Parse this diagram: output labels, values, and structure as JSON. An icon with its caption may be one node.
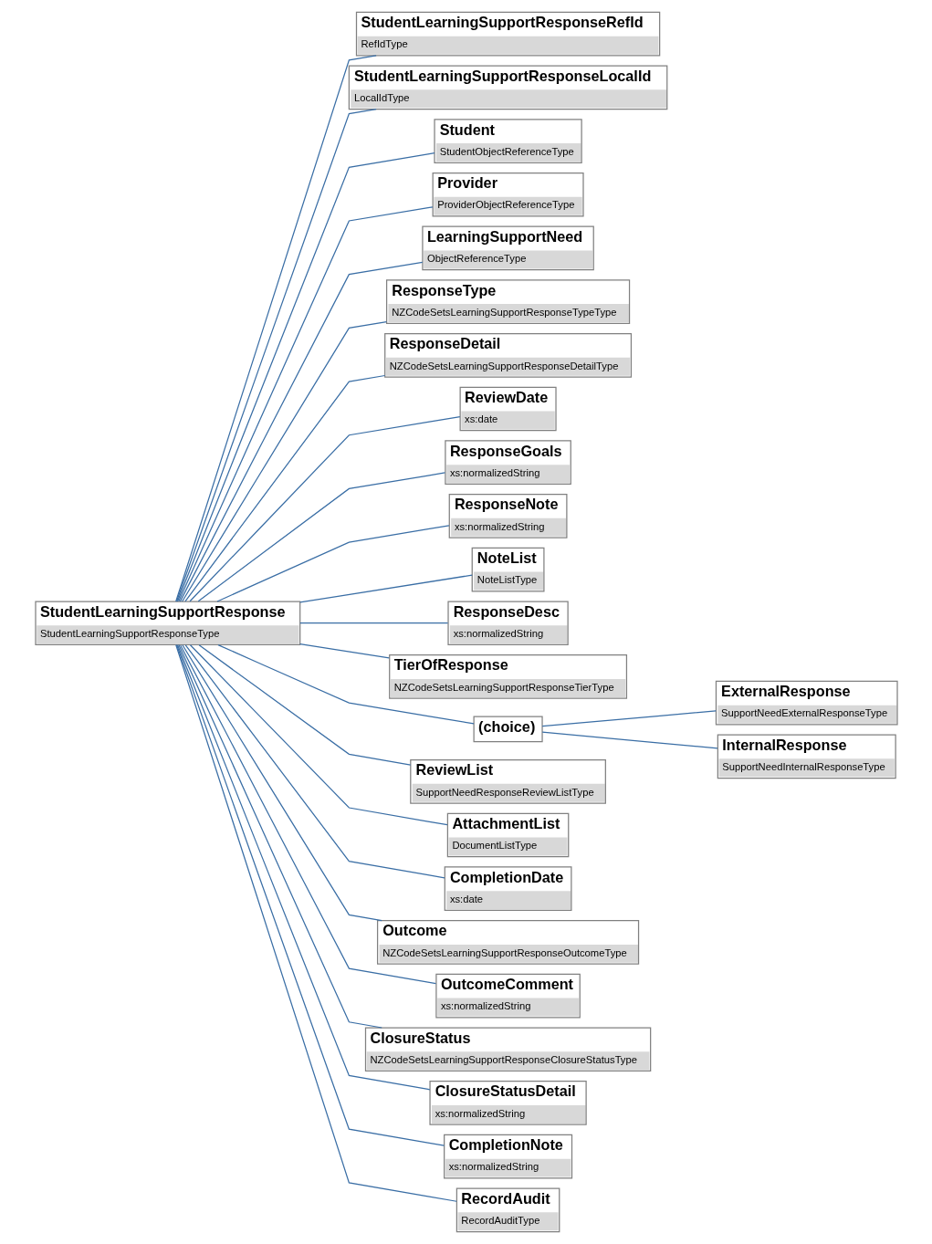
{
  "diagram": {
    "nodes": [
      {
        "text": [
          "StudentLearningSupportResponse",
          "StudentLearningSupportResponseType"
        ]
      },
      {
        "text": [
          "StudentLearningSupportResponseRefId",
          "RefIdType"
        ]
      },
      {
        "text": [
          "StudentLearningSupportResponseLocalId",
          "LocalIdType"
        ]
      },
      {
        "text": [
          "Student",
          "StudentObjectReferenceType"
        ]
      },
      {
        "text": [
          "Provider",
          "ProviderObjectReferenceType"
        ]
      },
      {
        "text": [
          "LearningSupportNeed",
          "ObjectReferenceType"
        ]
      },
      {
        "text": [
          "ResponseType",
          "NZCodeSetsLearningSupportResponseTypeType"
        ]
      },
      {
        "text": [
          "ResponseDetail",
          "NZCodeSetsLearningSupportResponseDetailType"
        ]
      },
      {
        "text": [
          "ReviewDate",
          "xs:date"
        ]
      },
      {
        "text": [
          "ResponseGoals",
          "xs:normalizedString"
        ]
      },
      {
        "text": [
          "ResponseNote",
          "xs:normalizedString"
        ]
      },
      {
        "text": [
          "NoteList",
          "NoteListType"
        ]
      },
      {
        "text": [
          "ResponseDesc",
          "xs:normalizedString"
        ]
      },
      {
        "text": [
          "TierOfResponse",
          "NZCodeSetsLearningSupportResponseTierType"
        ]
      },
      {
        "text": [
          "(choice)"
        ]
      },
      {
        "text": [
          "ExternalResponse",
          "SupportNeedExternalResponseType"
        ]
      },
      {
        "text": [
          "InternalResponse",
          "SupportNeedInternalResponseType"
        ]
      },
      {
        "text": [
          "ReviewList",
          "SupportNeedResponseReviewListType"
        ]
      },
      {
        "text": [
          "AttachmentList",
          "DocumentListType"
        ]
      },
      {
        "text": [
          "CompletionDate",
          "xs:date"
        ]
      },
      {
        "text": [
          "Outcome",
          "NZCodeSetsLearningSupportResponseOutcomeType"
        ]
      },
      {
        "text": [
          "OutcomeComment",
          "xs:normalizedString"
        ]
      },
      {
        "text": [
          "ClosureStatus",
          "NZCodeSetsLearningSupportResponseClosureStatusType"
        ]
      },
      {
        "text": [
          "ClosureStatusDetail",
          "xs:normalizedString"
        ]
      },
      {
        "text": [
          "CompletionNote",
          "xs:normalizedString"
        ]
      },
      {
        "text": [
          "RecordAudit",
          "RecordAuditType"
        ]
      }
    ],
    "edges": [
      {
        "from": 0,
        "to": 1,
        "arrow": "none"
      },
      {
        "from": 0,
        "to": 2,
        "arrow": "none"
      },
      {
        "from": 0,
        "to": 3,
        "arrow": "none"
      },
      {
        "from": 0,
        "to": 4,
        "arrow": "none"
      },
      {
        "from": 0,
        "to": 5,
        "arrow": "none"
      },
      {
        "from": 0,
        "to": 6,
        "arrow": "none"
      },
      {
        "from": 0,
        "to": 7,
        "arrow": "none"
      },
      {
        "from": 0,
        "to": 8,
        "arrow": "none"
      },
      {
        "from": 0,
        "to": 9,
        "arrow": "none"
      },
      {
        "from": 0,
        "to": 10,
        "arrow": "none"
      },
      {
        "from": 0,
        "to": 11,
        "arrow": "none"
      },
      {
        "from": 0,
        "to": 12,
        "arrow": "none"
      },
      {
        "from": 0,
        "to": 13,
        "arrow": "none"
      },
      {
        "from": 0,
        "to": 14,
        "arrow": "none"
      },
      {
        "from": 14,
        "to": 15,
        "arrow": "none"
      },
      {
        "from": 14,
        "to": 16,
        "arrow": "none"
      },
      {
        "from": 0,
        "to": 17,
        "arrow": "none"
      },
      {
        "from": 0,
        "to": 18,
        "arrow": "none"
      },
      {
        "from": 0,
        "to": 19,
        "arrow": "none"
      },
      {
        "from": 0,
        "to": 20,
        "arrow": "none"
      },
      {
        "from": 0,
        "to": 21,
        "arrow": "none"
      },
      {
        "from": 0,
        "to": 22,
        "arrow": "none"
      },
      {
        "from": 0,
        "to": 23,
        "arrow": "none"
      },
      {
        "from": 0,
        "to": 24,
        "arrow": "none"
      },
      {
        "from": 0,
        "to": 25,
        "arrow": "none"
      }
    ]
  }
}
